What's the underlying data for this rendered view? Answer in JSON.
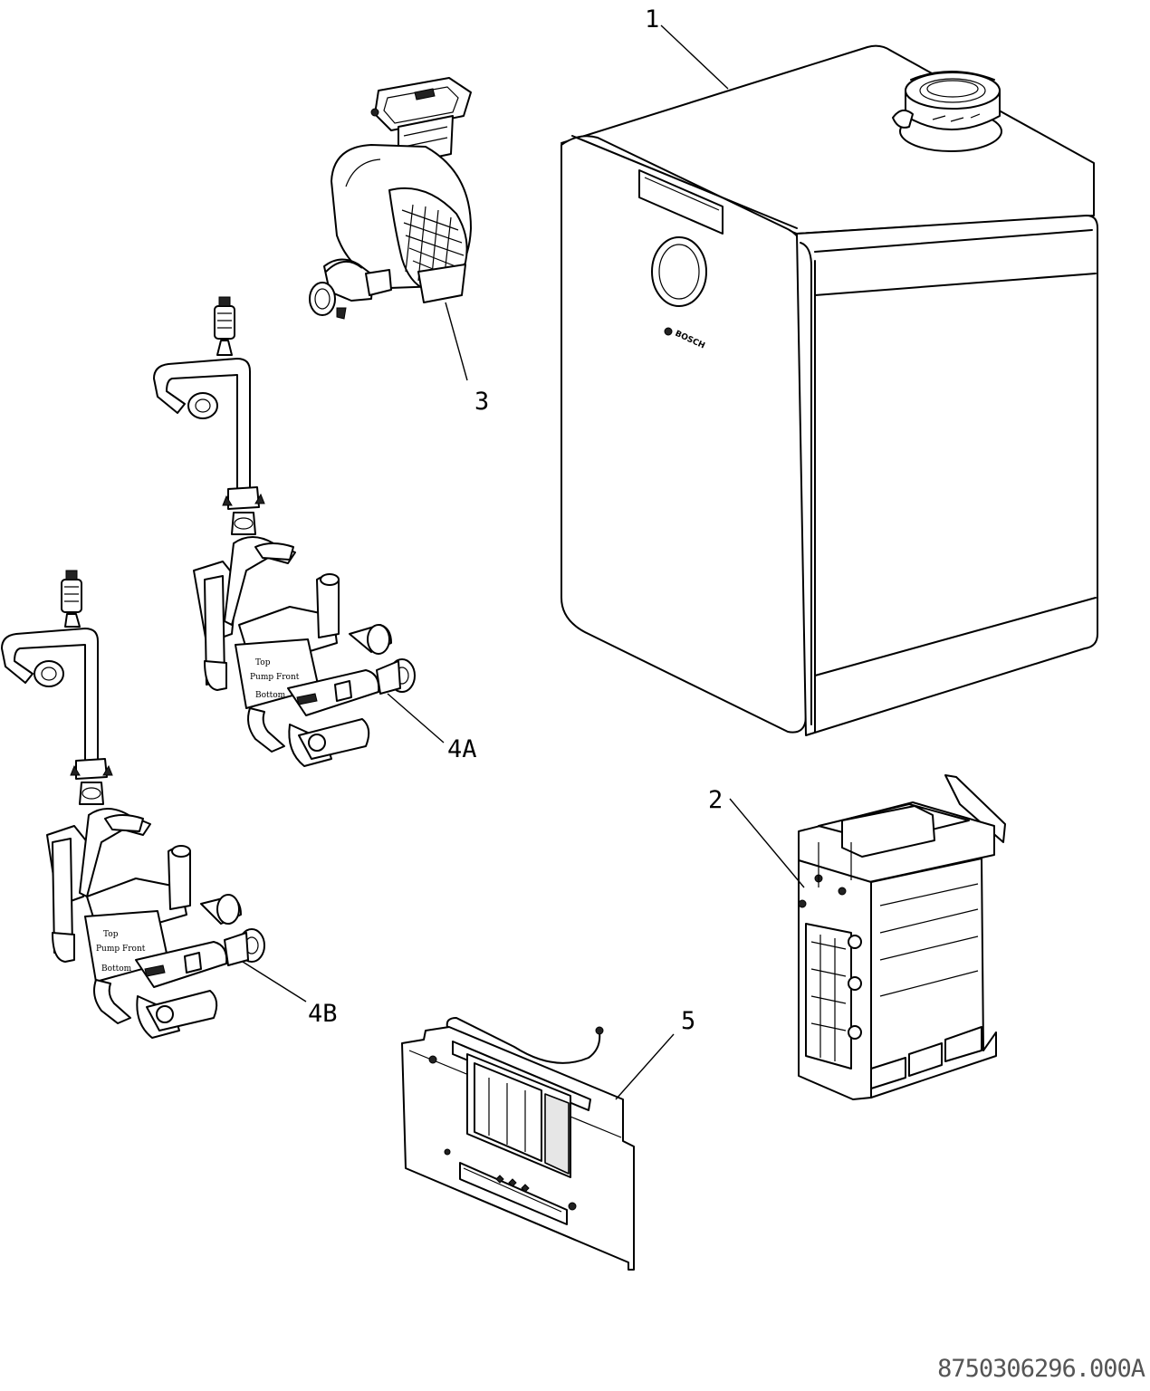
{
  "callouts": [
    {
      "id": "1"
    },
    {
      "id": "2"
    },
    {
      "id": "3"
    },
    {
      "id": "4A"
    },
    {
      "id": "4B"
    },
    {
      "id": "5"
    }
  ],
  "drawing_number": "8750306296.000A",
  "brand_mark": "BOSCH",
  "pump_labels": [
    "Top",
    "Pump Front",
    "Bottom"
  ]
}
